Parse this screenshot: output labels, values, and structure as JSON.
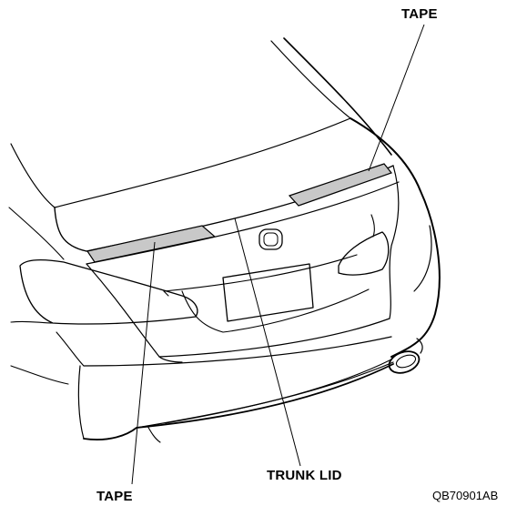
{
  "labels": {
    "tape_top": "TAPE",
    "tape_bottom": "TAPE",
    "trunk_lid": "TRUNK LID",
    "figure_code": "QB70901AB"
  },
  "colors": {
    "line": "#000000",
    "tape_fill": "#c8c8c8",
    "background": "#ffffff"
  }
}
